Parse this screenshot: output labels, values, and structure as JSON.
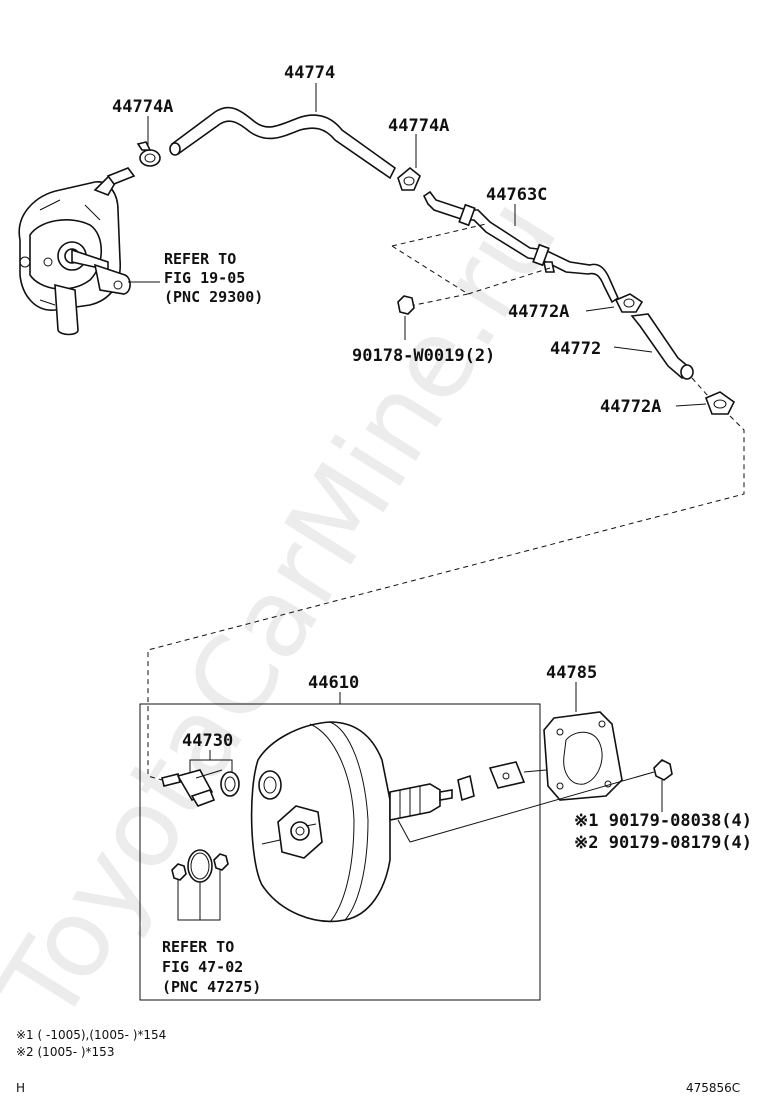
{
  "watermark": "ToyotaCarMine.ru",
  "labels": {
    "p44774": "44774",
    "p44774A_left": "44774A",
    "p44774A_right": "44774A",
    "p44763C": "44763C",
    "p44772A_top": "44772A",
    "p44772": "44772",
    "p44772A_bottom": "44772A",
    "p90178": "90178-W0019(2)",
    "p44610": "44610",
    "p44730": "44730",
    "p44785": "44785",
    "p90179_1": "※1 90179-08038(4)",
    "p90179_2": "※2 90179-08179(4)"
  },
  "refs": {
    "ref1": [
      "REFER TO",
      "FIG 19-05",
      "(PNC 29300)"
    ],
    "ref2": [
      "REFER TO",
      "FIG 47-02",
      "(PNC 47275)"
    ]
  },
  "footnotes": {
    "note1": "※1 (     -1005),(1005-      )*154",
    "note2": "※2 (1005-      )*153"
  },
  "corner_left": "H",
  "figure_code": "475856C"
}
